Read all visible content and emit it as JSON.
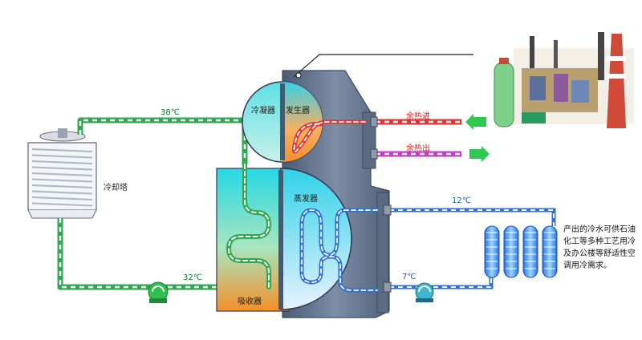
{
  "labels": {
    "condenser": "冷凝器",
    "generator": "发生器",
    "evaporator": "蒸发器",
    "absorber": "吸收器",
    "cooling_tower": "冷却塔",
    "heat_in": "余热进",
    "heat_out": "余热出",
    "temp_38": "38℃",
    "temp_32": "32℃",
    "temp_12": "12℃",
    "temp_7": "7℃"
  },
  "note": "产出的冷水可供石油化工等多种工艺用冷及办公楼等舒适性空调用冷需求。",
  "icons": [
    "cooling-tower-icon",
    "pump-icon",
    "factory-icon",
    "chilled-water-coil-icon",
    "flow-arrow-icon"
  ],
  "colors": {
    "cooling_water": "#2fa84f",
    "heat_in_pipe": "#e03535",
    "heat_out_pipe": "#c13ec9",
    "chilled_water": "#2f6fd6",
    "shell": "#5c6e86",
    "tank_top": "#2fd7e0",
    "tank_bottom": "#f08a2a"
  }
}
